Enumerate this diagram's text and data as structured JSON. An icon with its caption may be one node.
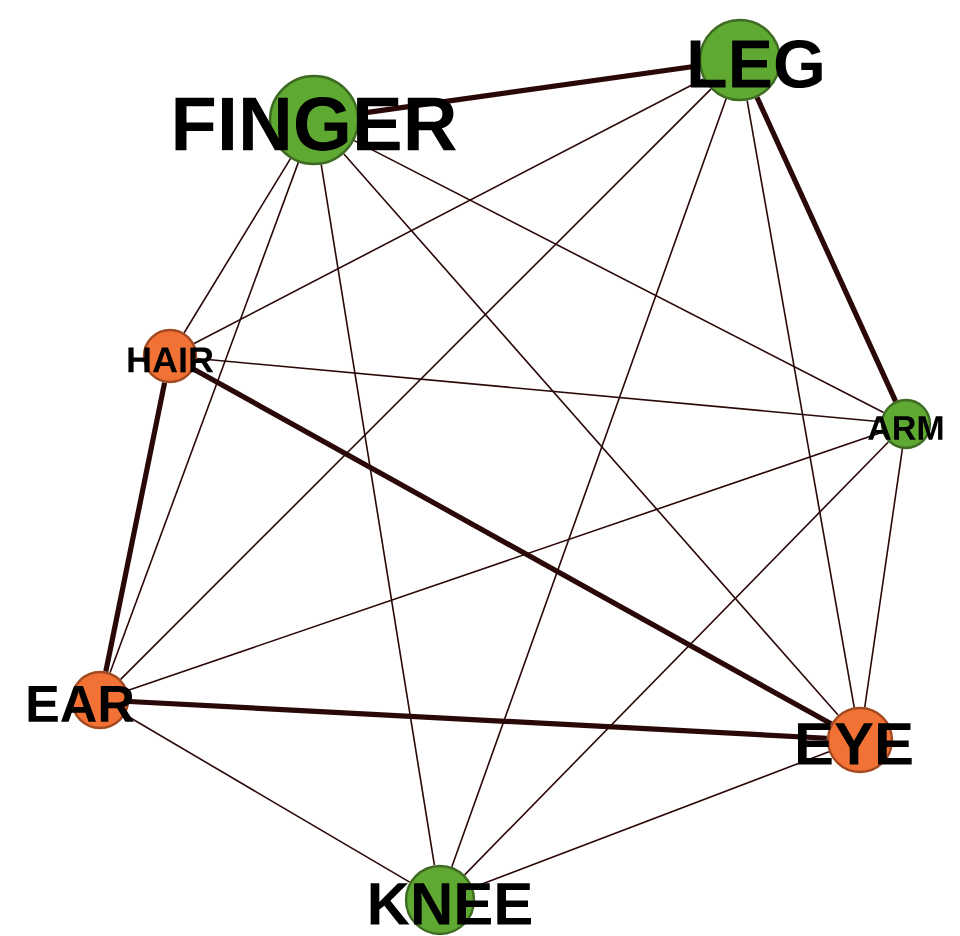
{
  "diagram": {
    "nodes": [
      {
        "text": [
          "FINGER"
        ]
      },
      {
        "text": [
          "LEG"
        ]
      },
      {
        "text": [
          "HAIR"
        ]
      },
      {
        "text": [
          "ARM"
        ]
      },
      {
        "text": [
          "EAR"
        ]
      },
      {
        "text": [
          "EYE"
        ]
      },
      {
        "text": [
          "KNEE"
        ]
      }
    ],
    "edges": [
      {
        "from": 0,
        "to": 1,
        "arrow": "none",
        "style": "thick"
      },
      {
        "from": 0,
        "to": 2,
        "arrow": "none"
      },
      {
        "from": 0,
        "to": 4,
        "arrow": "none"
      },
      {
        "from": 0,
        "to": 6,
        "arrow": "none"
      },
      {
        "from": 0,
        "to": 5,
        "arrow": "none"
      },
      {
        "from": 0,
        "to": 3,
        "arrow": "none"
      },
      {
        "from": 1,
        "to": 2,
        "arrow": "none"
      },
      {
        "from": 1,
        "to": 4,
        "arrow": "none"
      },
      {
        "from": 1,
        "to": 6,
        "arrow": "none"
      },
      {
        "from": 1,
        "to": 5,
        "arrow": "none"
      },
      {
        "from": 1,
        "to": 3,
        "arrow": "none",
        "style": "thick"
      },
      {
        "from": 2,
        "to": 3,
        "arrow": "none"
      },
      {
        "from": 2,
        "to": 5,
        "arrow": "none",
        "style": "thick"
      },
      {
        "from": 2,
        "to": 4,
        "arrow": "none",
        "style": "thick"
      },
      {
        "from": 3,
        "to": 4,
        "arrow": "none"
      },
      {
        "from": 3,
        "to": 6,
        "arrow": "none"
      },
      {
        "from": 3,
        "to": 5,
        "arrow": "none"
      },
      {
        "from": 4,
        "to": 5,
        "arrow": "none",
        "style": "thick"
      },
      {
        "from": 4,
        "to": 6,
        "arrow": "none"
      },
      {
        "from": 5,
        "to": 6,
        "arrow": "none"
      }
    ]
  }
}
